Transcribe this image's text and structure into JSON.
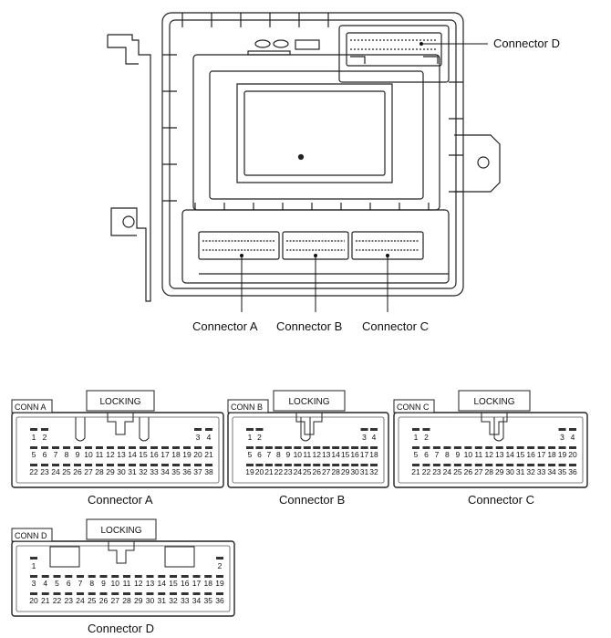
{
  "ecu": {
    "labels": {
      "connector_d": "Connector  D",
      "connector_a": "Connector A",
      "connector_b": "Connector B",
      "connector_c": "Connector C"
    }
  },
  "connectors": [
    {
      "id": "A",
      "tag": "CONN A",
      "locking": "LOCKING",
      "caption": "Connector A",
      "row1": [
        "1",
        "2",
        "3",
        "4"
      ],
      "row2": [
        "5",
        "6",
        "7",
        "8",
        "9",
        "10",
        "11",
        "12",
        "13",
        "14",
        "15",
        "16",
        "17",
        "18",
        "19",
        "20",
        "21"
      ],
      "row3": [
        "22",
        "23",
        "24",
        "25",
        "26",
        "27",
        "28",
        "29",
        "30",
        "31",
        "32",
        "33",
        "34",
        "35",
        "36",
        "37",
        "38"
      ]
    },
    {
      "id": "B",
      "tag": "CONN B",
      "locking": "LOCKING",
      "caption": "Connector B",
      "row1": [
        "1",
        "2",
        "3",
        "4"
      ],
      "row2": [
        "5",
        "6",
        "7",
        "8",
        "9",
        "10",
        "11",
        "12",
        "13",
        "14",
        "15",
        "16",
        "17",
        "18"
      ],
      "row3": [
        "19",
        "20",
        "21",
        "22",
        "23",
        "24",
        "25",
        "26",
        "27",
        "28",
        "29",
        "30",
        "31",
        "32"
      ]
    },
    {
      "id": "C",
      "tag": "CONN C",
      "locking": "LOCKING",
      "caption": "Connector C",
      "row1": [
        "1",
        "2",
        "3",
        "4"
      ],
      "row2": [
        "5",
        "6",
        "7",
        "8",
        "9",
        "10",
        "11",
        "12",
        "13",
        "14",
        "15",
        "16",
        "17",
        "18",
        "19",
        "20"
      ],
      "row3": [
        "21",
        "22",
        "23",
        "24",
        "25",
        "26",
        "27",
        "28",
        "29",
        "30",
        "31",
        "32",
        "33",
        "34",
        "35",
        "36"
      ]
    },
    {
      "id": "D",
      "tag": "CONN D",
      "locking": "LOCKING",
      "caption": "Connector D",
      "row1": [
        "1",
        "2"
      ],
      "row2": [
        "3",
        "4",
        "5",
        "6",
        "7",
        "8",
        "9",
        "10",
        "11",
        "12",
        "13",
        "14",
        "15",
        "16",
        "17",
        "18",
        "19"
      ],
      "row3": [
        "20",
        "21",
        "22",
        "23",
        "24",
        "25",
        "26",
        "27",
        "28",
        "29",
        "30",
        "31",
        "32",
        "33",
        "34",
        "35",
        "36"
      ]
    }
  ]
}
